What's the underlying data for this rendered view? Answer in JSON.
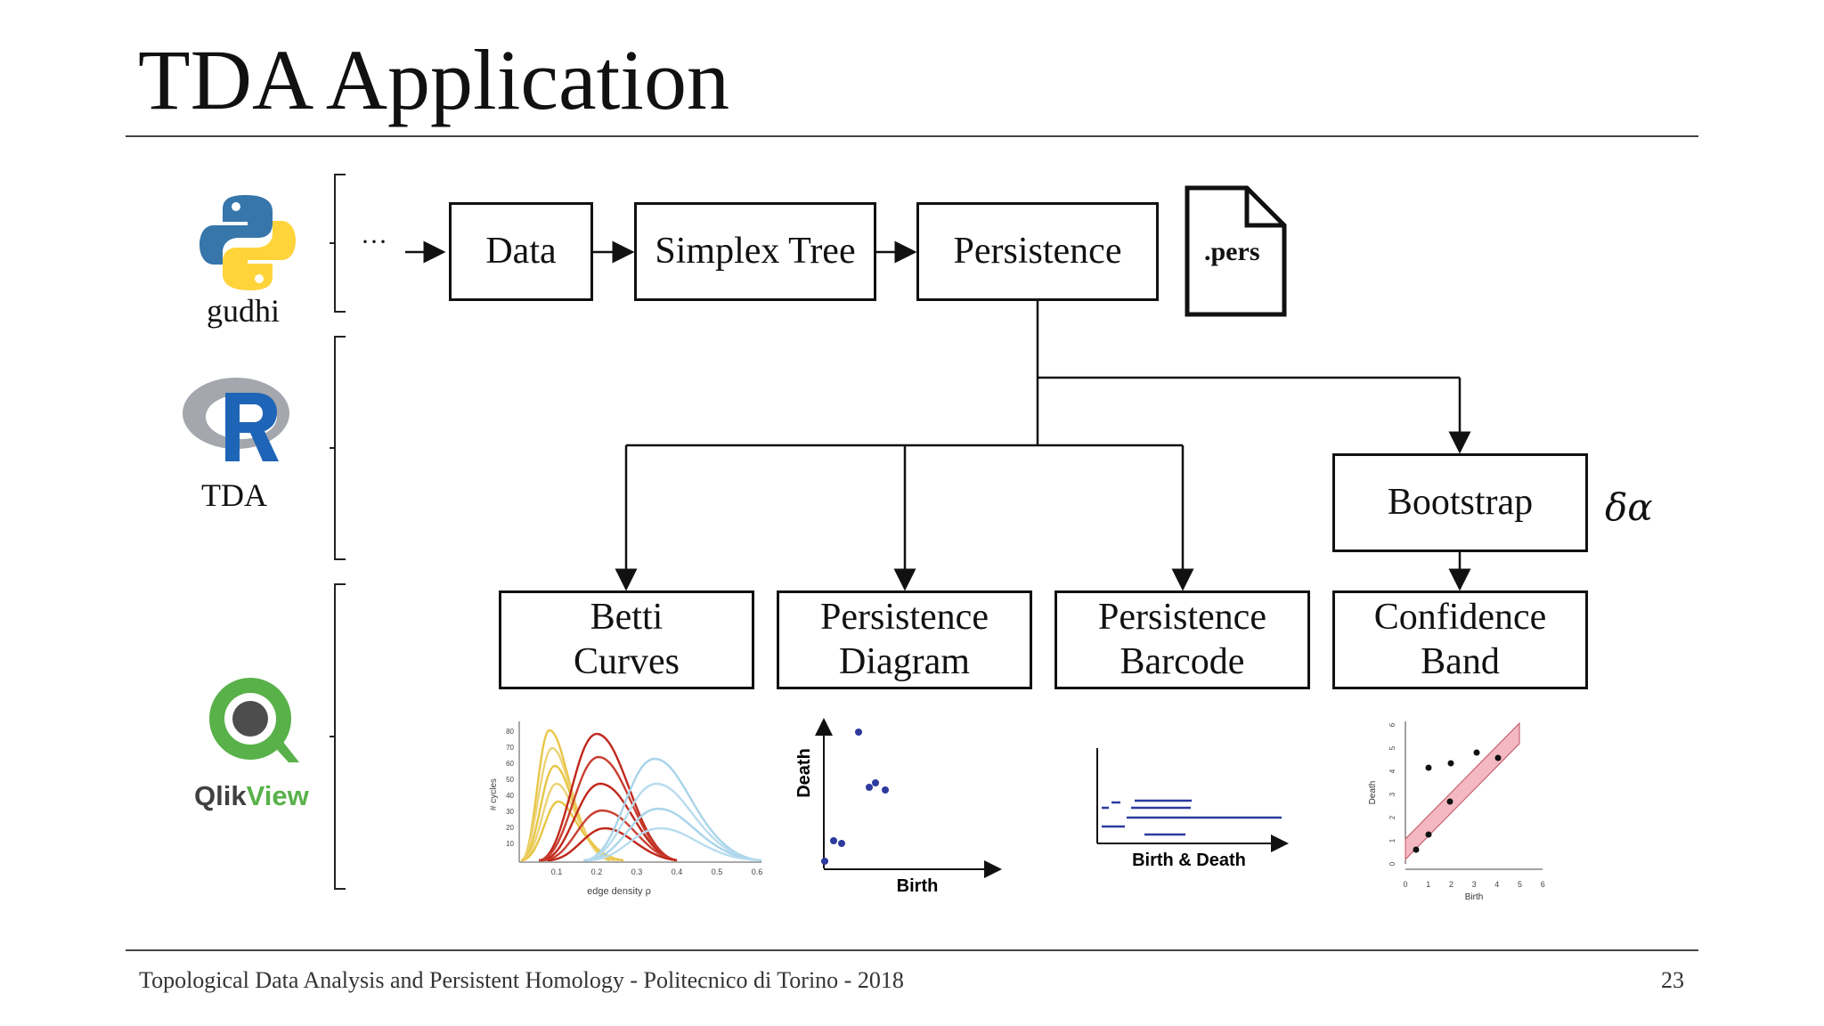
{
  "slide": {
    "title": "TDA Application",
    "footer": "Topological Data Analysis and Persistent Homology - Politecnico di Torino - 2018",
    "page_number": "23"
  },
  "tools": [
    {
      "name": "gudhi",
      "logo": "python-logo-icon"
    },
    {
      "name": "TDA",
      "logo": "r-logo-icon"
    },
    {
      "name": "QlikView",
      "logo": "qlikview-logo-icon"
    }
  ],
  "pipeline": {
    "ellipsis": "···",
    "data": "Data",
    "simplex_tree": "Simplex Tree",
    "persistence": "Persistence",
    "pers_file": ".pers",
    "bootstrap": "Bootstrap",
    "delta": "δα"
  },
  "outputs": [
    {
      "label": "Betti\nCurves"
    },
    {
      "label": "Persistence\nDiagram"
    },
    {
      "label": "Persistence\nBarcode"
    },
    {
      "label": "Confidence\nBand"
    }
  ],
  "thumbnails": {
    "betti": {
      "ylabel": "# cycles",
      "xlabel": "edge density ρ",
      "yticks": [
        "80",
        "70",
        "60",
        "50",
        "40",
        "30",
        "20",
        "10"
      ],
      "xticks": [
        "0.1",
        "0.2",
        "0.3",
        "0.4",
        "0.5",
        "0.6"
      ],
      "colors": [
        "#e8c646",
        "#c0281c",
        "#a9d4ea"
      ]
    },
    "diagram": {
      "xlabel": "Birth",
      "ylabel": "Death",
      "point_color": "#2d3a9e"
    },
    "barcode": {
      "xlabel": "Birth & Death",
      "bar_color": "#2d3a9e"
    },
    "confidence": {
      "xlabel": "Birth",
      "ylabel": "Death",
      "xticks": [
        "0",
        "1",
        "2",
        "3",
        "4",
        "5",
        "6"
      ],
      "yticks": [
        "0",
        "1",
        "2",
        "3",
        "4",
        "5",
        "6"
      ],
      "band_color": "#f4b8c2"
    }
  }
}
